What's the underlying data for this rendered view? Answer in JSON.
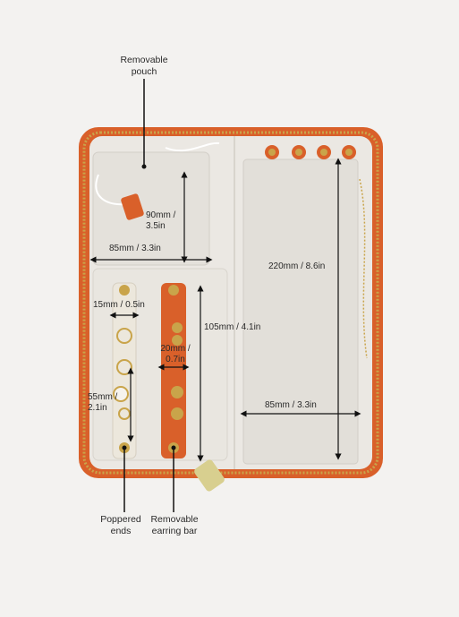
{
  "labels": {
    "removable_pouch": "Removable\npouch",
    "poppered_ends": "Poppered\nends",
    "removable_earring_bar": "Removable\nearring bar"
  },
  "dimensions": {
    "pouch_height": "90mm /\n3.5in",
    "pouch_width": "85mm / 3.3in",
    "ring_bar_width": "15mm / 0.5in",
    "compartment_height": "105mm / 4.1in",
    "earring_bar_width": "20mm /\n0.7in",
    "ring_bar_length": "55mm /\n2.1in",
    "right_height": "220mm / 8.6in",
    "right_width": "85mm / 3.3in"
  },
  "colors": {
    "background": "#f3f2f0",
    "case_orange": "#d9602a",
    "lining": "#ebe8e3",
    "zipper_gold": "#c9a44a"
  }
}
